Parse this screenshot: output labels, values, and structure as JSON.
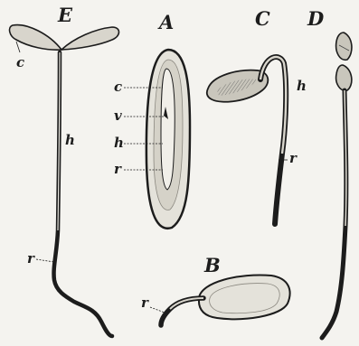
{
  "figure": {
    "panels": {
      "A": {
        "title": "A",
        "labels": {
          "c": "c",
          "v": "v",
          "h": "h",
          "r": "r"
        }
      },
      "B": {
        "title": "B",
        "labels": {
          "r": "r"
        }
      },
      "C": {
        "title": "C",
        "labels": {
          "h": "h",
          "r": "r"
        }
      },
      "D": {
        "title": "D"
      },
      "E": {
        "title": "E",
        "labels": {
          "c": "c",
          "h": "h",
          "r": "r"
        }
      }
    },
    "colors": {
      "ink": "#1c1c1c",
      "paper": "#f4f3ef",
      "shade": "#c9c6bc",
      "light": "#e4e2da"
    }
  }
}
